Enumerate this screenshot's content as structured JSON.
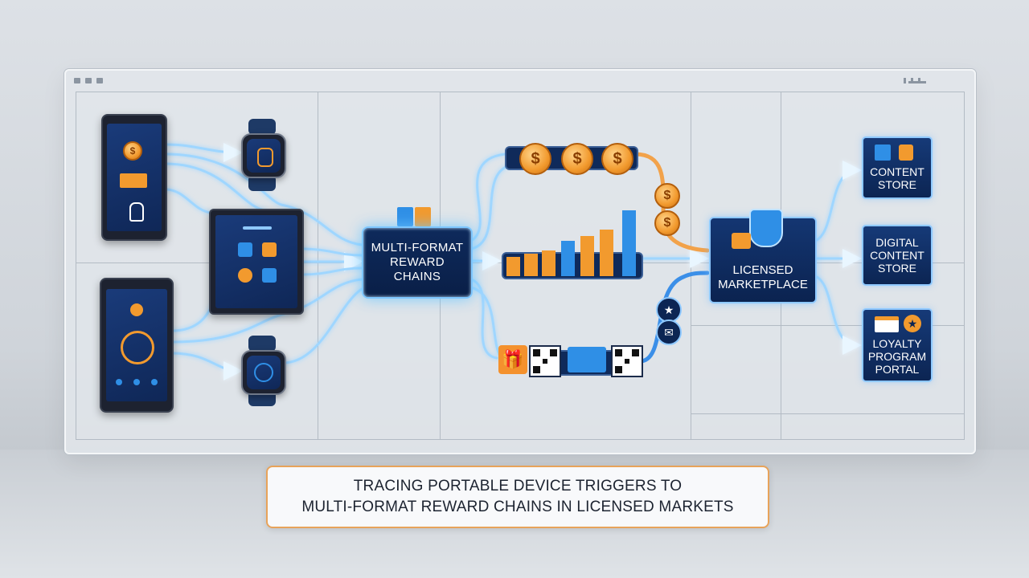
{
  "hub": {
    "line1": "MULTI-FORMAT",
    "line2": "REWARD",
    "line3": "CHAINS"
  },
  "marketplace": {
    "line1": "LICENSED",
    "line2": "MARKETPLACE"
  },
  "destinations": [
    {
      "line1": "CONTENT",
      "line2": "STORE",
      "line3": ""
    },
    {
      "line1": "DIGITAL",
      "line2": "CONTENT",
      "line3": "STORE"
    },
    {
      "line1": "LOYALTY",
      "line2": "PROGRAM",
      "line3": "PORTAL"
    }
  ],
  "caption": {
    "line1": "TRACING PORTABLE DEVICE TRIGGERS TO",
    "line2": "MULTI-FORMAT REWARD CHAINS IN LICENSED MARKETS"
  },
  "coin_symbol": "$",
  "icons": {
    "devices": [
      "smartphone-icon",
      "smartwatch-icon",
      "tablet-icon",
      "smartphone-icon",
      "smartwatch-icon"
    ],
    "rewards": [
      "coin-icon",
      "bar-chart-icon",
      "gift-card-icon",
      "qr-code-icon",
      "star-icon",
      "envelope-icon"
    ],
    "market": [
      "padlock-icon",
      "shield-check-icon"
    ]
  },
  "colors": {
    "navy": "#0c2553",
    "glow": "#7ec7ff",
    "orange": "#f29a2e",
    "blue": "#2f8fe6",
    "caption_border": "#e8a35a"
  }
}
